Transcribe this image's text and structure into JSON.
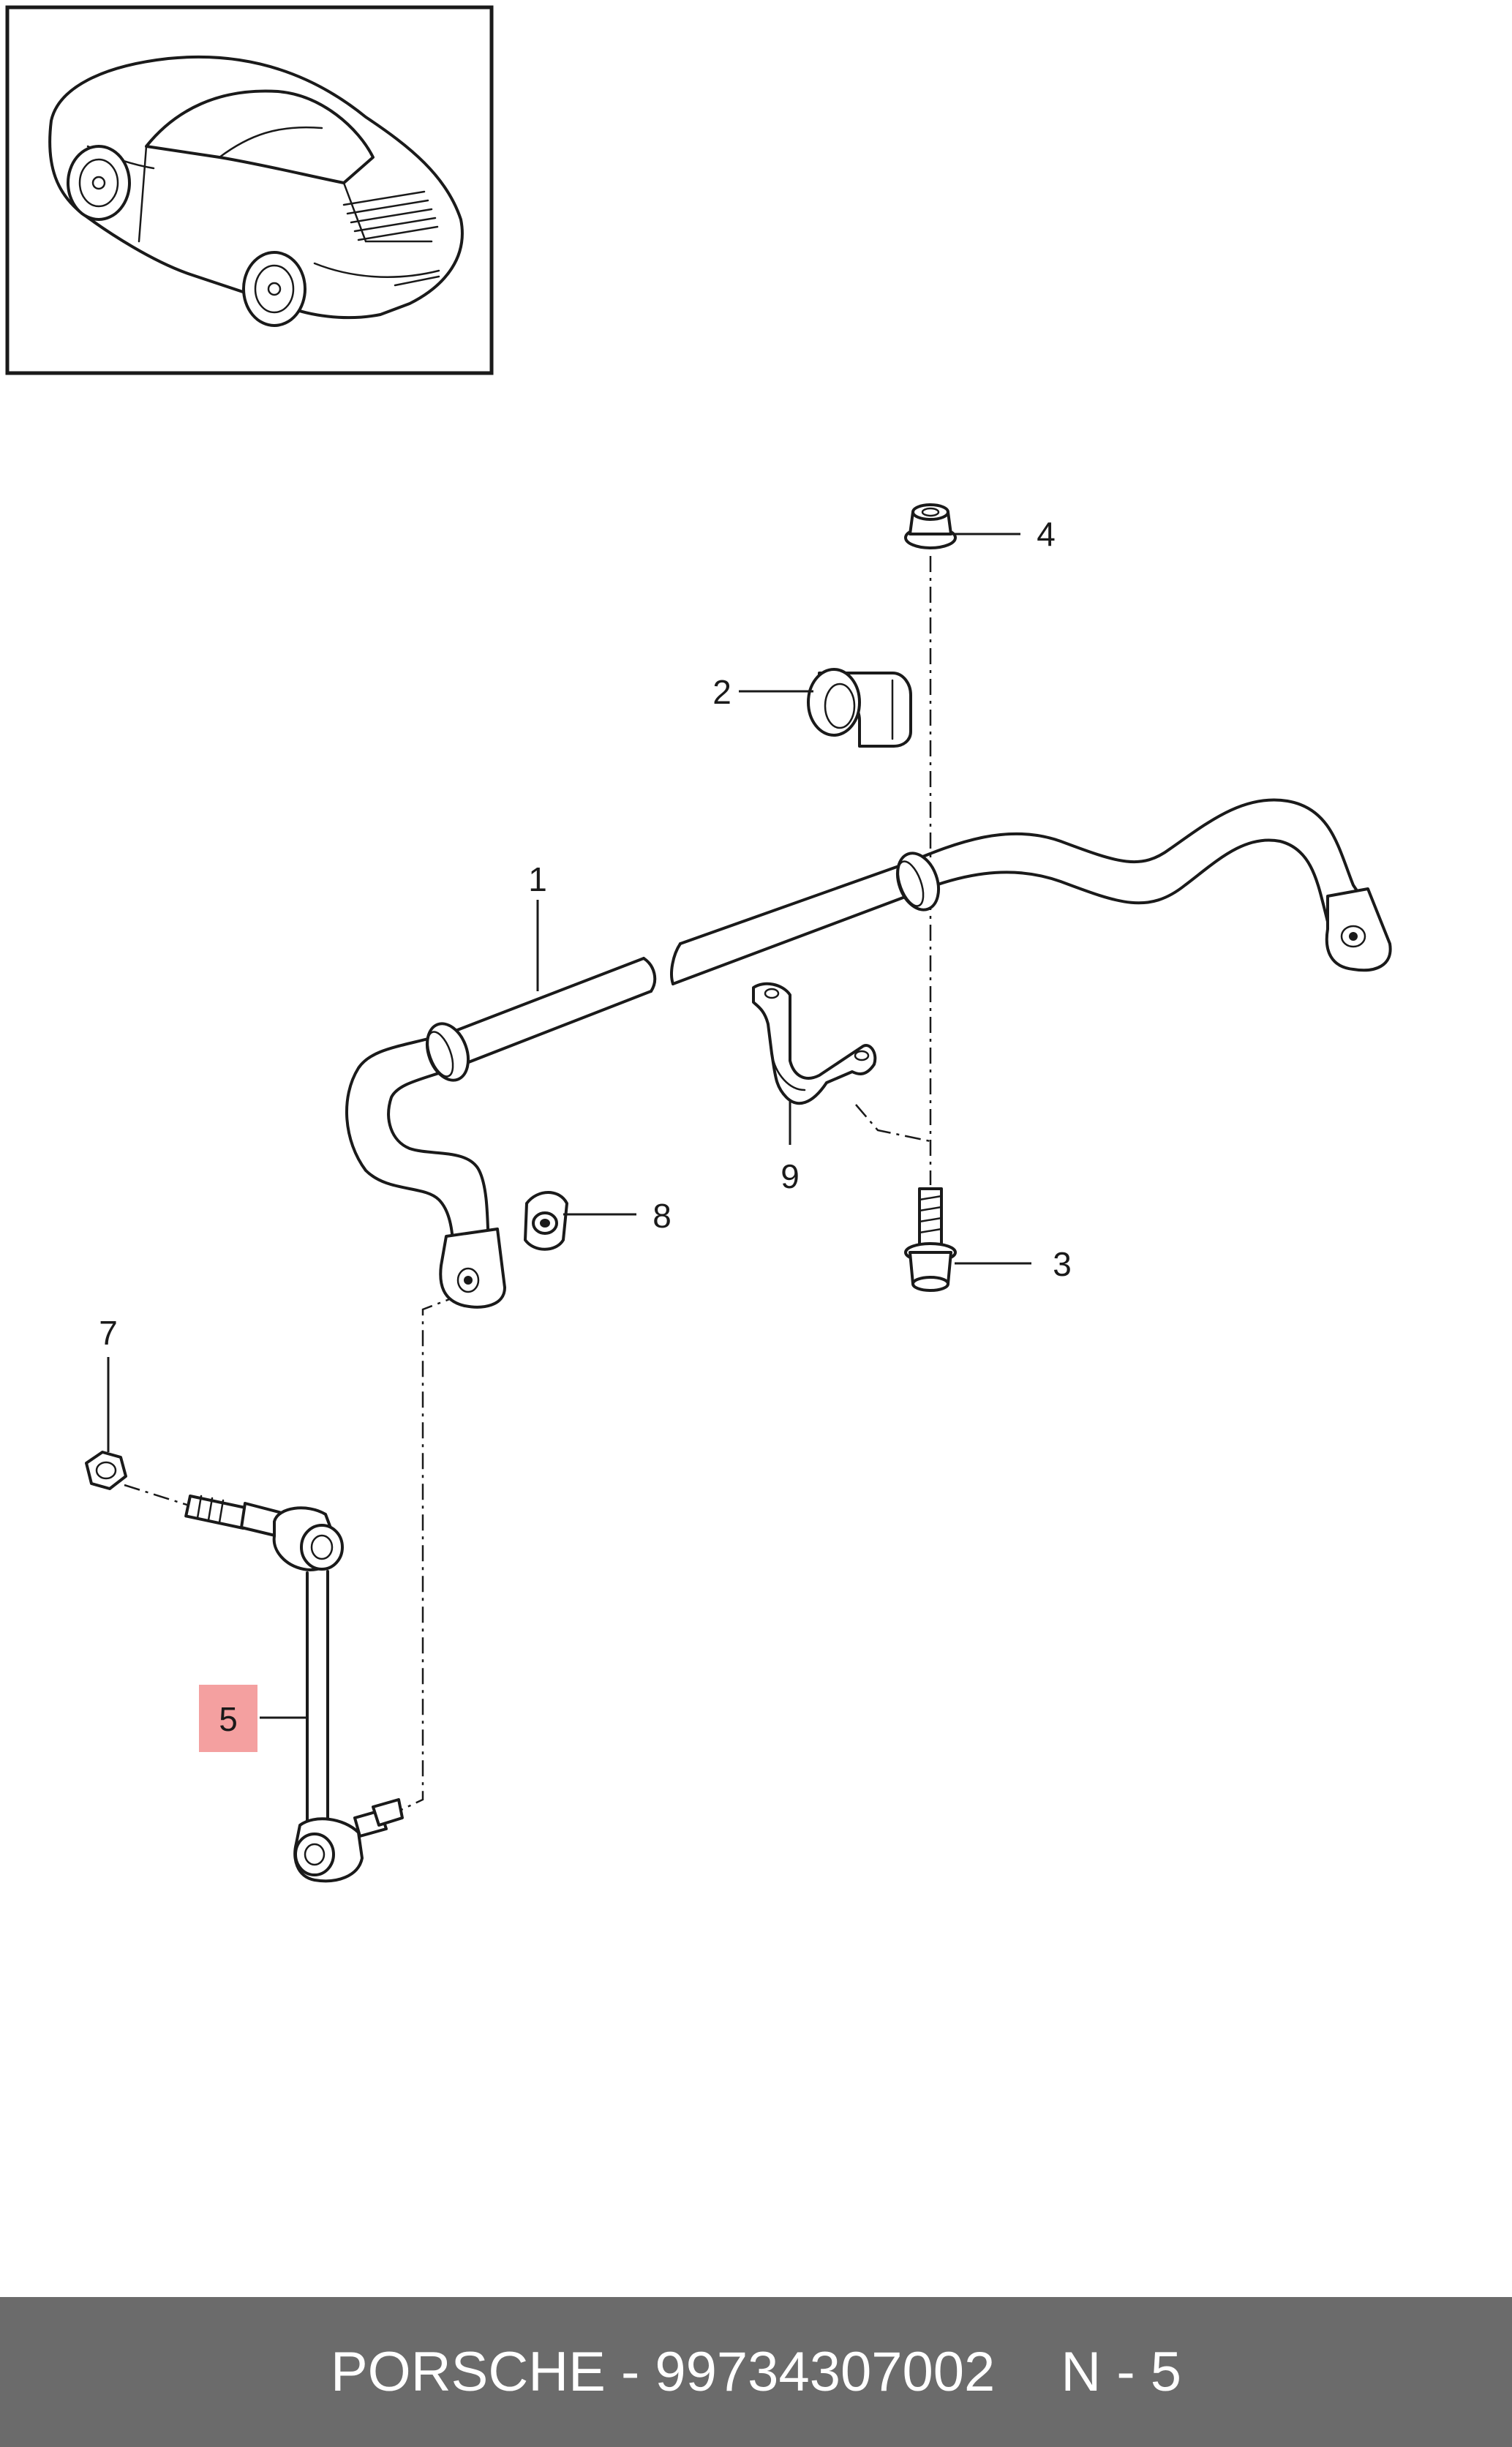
{
  "callouts": [
    {
      "id": "1",
      "label": "1"
    },
    {
      "id": "2",
      "label": "2"
    },
    {
      "id": "3",
      "label": "3"
    },
    {
      "id": "4",
      "label": "4"
    },
    {
      "id": "5",
      "label": "5",
      "highlight": "#f4a0a0"
    },
    {
      "id": "7",
      "label": "7"
    },
    {
      "id": "8",
      "label": "8"
    },
    {
      "id": "9",
      "label": "9"
    }
  ],
  "footer": {
    "part_text": "PORSCHE - 99734307002",
    "position_text": "N - 5"
  },
  "icons": {
    "thumbnail": "car-thumbnail-icon"
  },
  "colors": {
    "footer_background": "#6b6b6b",
    "footer_text": "#ffffff",
    "highlight": "#f4a0a0"
  }
}
